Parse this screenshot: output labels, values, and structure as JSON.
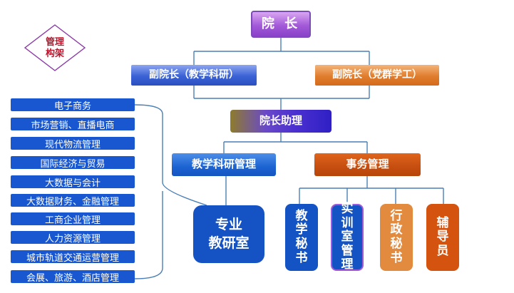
{
  "label": "管理构架",
  "label_lines": [
    "管理",
    "构架"
  ],
  "dean": "院 长",
  "vice_deans": {
    "teaching": "副院长（教学科研）",
    "party": "副院长（党群学工）"
  },
  "assistant": "院长助理",
  "teaching_management": "教学科研管理",
  "affairs_management": "事务管理",
  "research_office": [
    "专业",
    "教研室"
  ],
  "affairs_roles": [
    {
      "chars": [
        "教",
        "学",
        "秘",
        "书"
      ]
    },
    {
      "chars": [
        "实",
        "训",
        "室",
        "管",
        "理"
      ]
    },
    {
      "chars": [
        "行",
        "政",
        "秘",
        "书"
      ]
    },
    {
      "chars": [
        "辅",
        "导",
        "员"
      ]
    }
  ],
  "majors": [
    "电子商务",
    "市场营销、直播电商",
    "现代物流管理",
    "国际经济与贸易",
    "大数据与会计",
    "大数据财务、金融管理",
    "工商企业管理",
    "人力资源管理",
    "城市轨道交通运营管理",
    "会展、旅游、酒店管理"
  ],
  "colors": {
    "connector": "#4a7fb5",
    "label_text": "#c0122a",
    "diamond_border": "#8b3aa6"
  }
}
